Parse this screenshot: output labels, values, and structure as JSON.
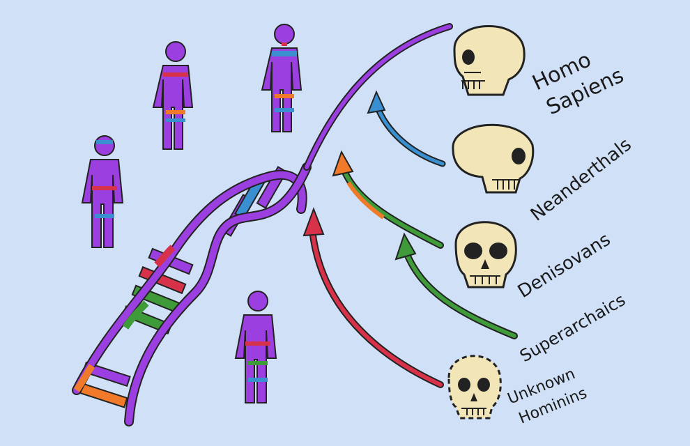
{
  "labels": {
    "homo_sapiens_line1": "Homo",
    "homo_sapiens_line2": "Sapiens",
    "neanderthals": "Neanderthals",
    "denisovans": "Denisovans",
    "superarchaics": "Superarchaics",
    "unknown_line1": "Unknown",
    "unknown_line2": "Hominins"
  },
  "colors": {
    "background": "#cfe0f7",
    "purple": "#9b3fe0",
    "blue": "#3a8fd0",
    "red": "#d8324a",
    "green": "#3f9a3a",
    "orange": "#f07a2a",
    "bone": "#f2e6b8",
    "outline": "#222222"
  }
}
